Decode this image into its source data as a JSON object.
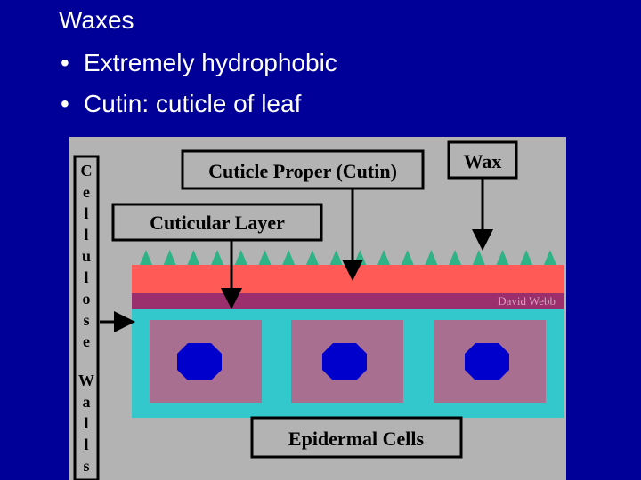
{
  "slide": {
    "title": "Waxes",
    "bullets": [
      {
        "marker": "•",
        "text": "Extremely hydrophobic"
      },
      {
        "marker": "•",
        "text": "Cutin: cuticle of leaf"
      }
    ]
  },
  "diagram": {
    "labels": {
      "cuticle_proper": "Cuticle Proper (Cutin)",
      "wax": "Wax",
      "cuticular_layer": "Cuticular Layer",
      "epidermal_cells": "Epidermal Cells",
      "credit": "David Webb",
      "cellulose_walls_letters": [
        "C",
        "e",
        "l",
        "l",
        "u",
        "l",
        "o",
        "s",
        "e",
        "W",
        "a",
        "l",
        "l",
        "s"
      ]
    },
    "colors": {
      "background": "#b3b3b3",
      "wax_spike": "#2fb386",
      "cuticle": "#ff5a55",
      "cuticular_layer": "#9b2e6c",
      "cell_wall": "#33c8cc",
      "cell": "#a86f90",
      "nucleus": "#0000cc"
    }
  }
}
